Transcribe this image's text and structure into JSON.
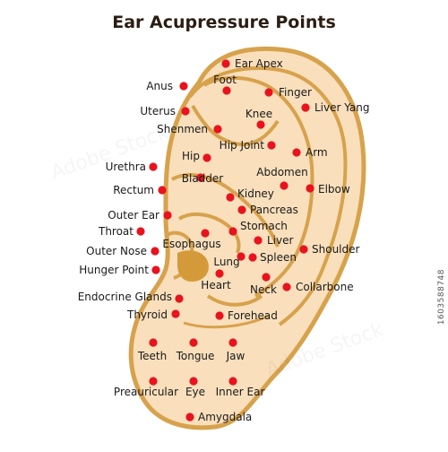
{
  "title": "Ear Acupressure Points",
  "stock_id": "1603588748",
  "watermark": "Adobe Stock",
  "colors": {
    "skin": "#f9dfbc",
    "outline": "#d7a24c",
    "canal": "#d49a3a",
    "dot": "#e8131d",
    "text": "#1a1a1a"
  },
  "points": [
    {
      "label": "Ear Apex",
      "side": "right"
    },
    {
      "label": "Anus",
      "side": "left"
    },
    {
      "label": "Foot",
      "side": "center"
    },
    {
      "label": "Finger",
      "side": "right"
    },
    {
      "label": "Uterus",
      "side": "left"
    },
    {
      "label": "Liver Yang",
      "side": "right"
    },
    {
      "label": "Knee",
      "side": "center"
    },
    {
      "label": "Shenmen",
      "side": "left"
    },
    {
      "label": "Hip Joint",
      "side": "center"
    },
    {
      "label": "Arm",
      "side": "right"
    },
    {
      "label": "Hip",
      "side": "left"
    },
    {
      "label": "Urethra",
      "side": "left"
    },
    {
      "label": "Abdomen",
      "side": "right"
    },
    {
      "label": "Bladder",
      "side": "center"
    },
    {
      "label": "Rectum",
      "side": "left"
    },
    {
      "label": "Elbow",
      "side": "right"
    },
    {
      "label": "Kidney",
      "side": "right"
    },
    {
      "label": "Pancreas",
      "side": "right"
    },
    {
      "label": "Outer Ear",
      "side": "left"
    },
    {
      "label": "Stomach",
      "side": "right"
    },
    {
      "label": "Throat",
      "side": "left"
    },
    {
      "label": "Esophagus",
      "side": "center"
    },
    {
      "label": "Liver",
      "side": "right"
    },
    {
      "label": "Outer Nose",
      "side": "left"
    },
    {
      "label": "Shoulder",
      "side": "right"
    },
    {
      "label": "Lung",
      "side": "center"
    },
    {
      "label": "Spleen",
      "side": "right"
    },
    {
      "label": "Hunger Point",
      "side": "left"
    },
    {
      "label": "Heart",
      "side": "center"
    },
    {
      "label": "Neck",
      "side": "center"
    },
    {
      "label": "Collarbone",
      "side": "right"
    },
    {
      "label": "Endocrine Glands",
      "side": "left"
    },
    {
      "label": "Thyroid",
      "side": "left"
    },
    {
      "label": "Forehead",
      "side": "right"
    },
    {
      "label": "Teeth",
      "side": "below"
    },
    {
      "label": "Tongue",
      "side": "below"
    },
    {
      "label": "Jaw",
      "side": "below"
    },
    {
      "label": "Preauricular",
      "side": "left"
    },
    {
      "label": "Eye",
      "side": "left"
    },
    {
      "label": "Inner Ear",
      "side": "left"
    },
    {
      "label": "Amygdala",
      "side": "right"
    }
  ]
}
